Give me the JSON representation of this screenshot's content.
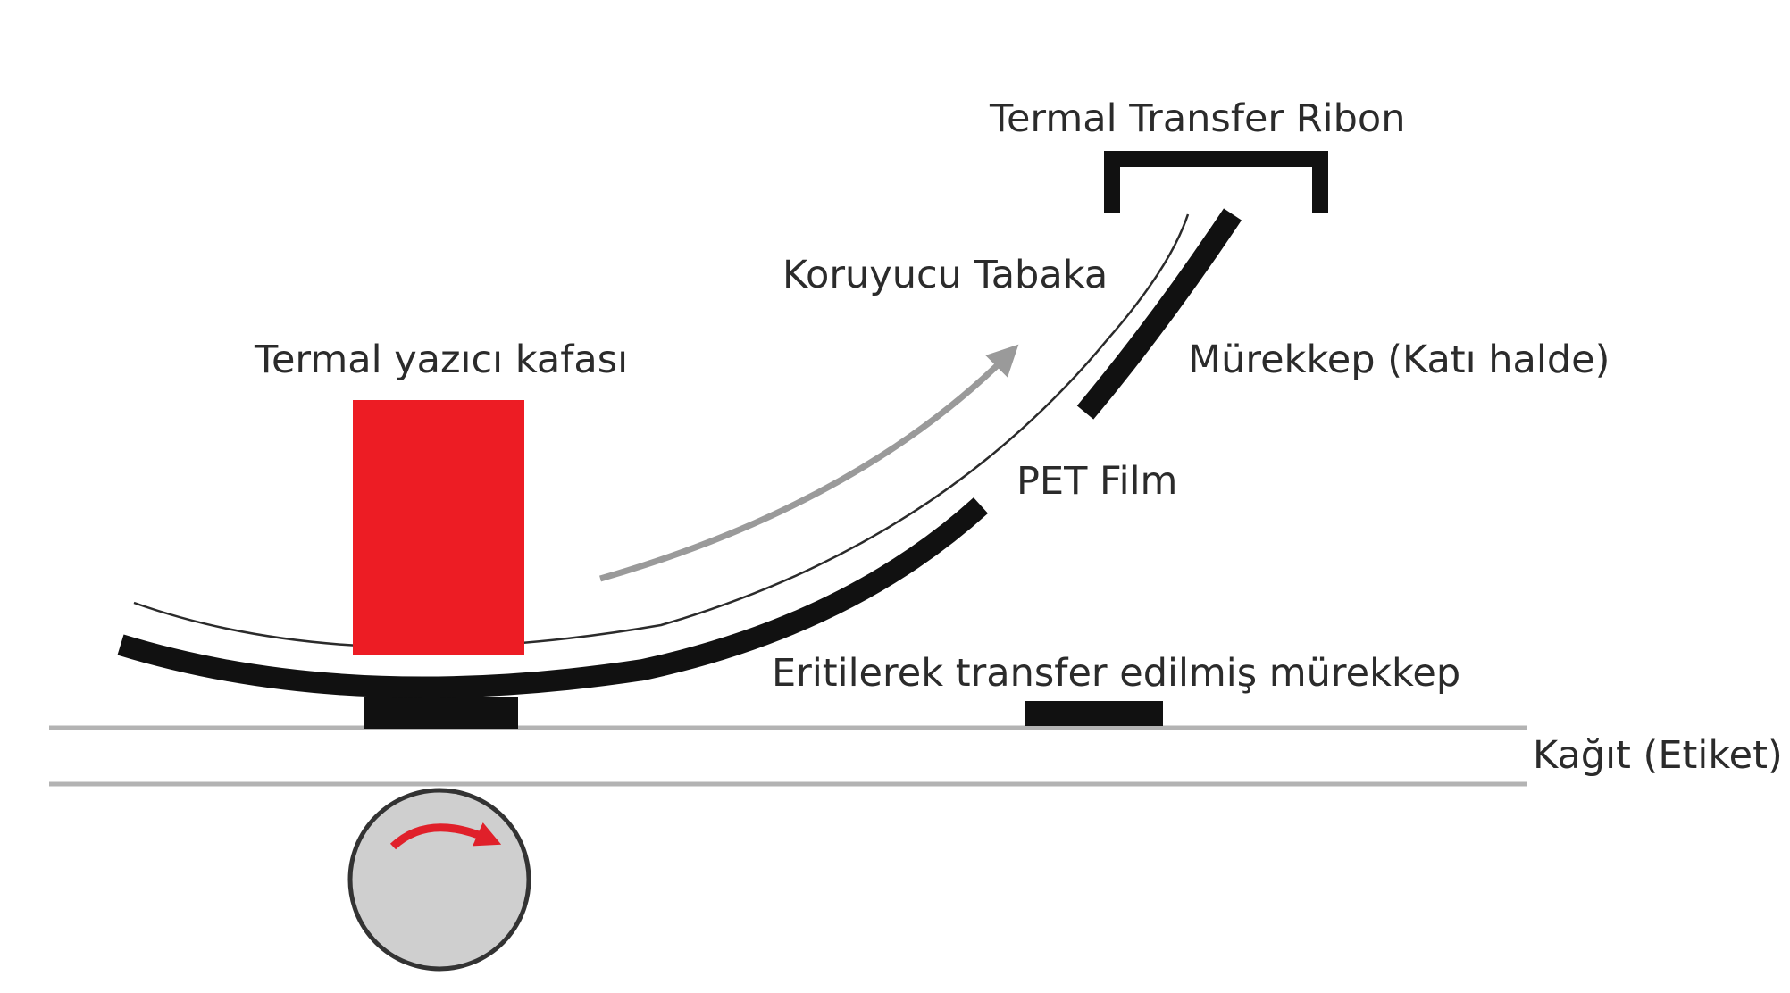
{
  "labels": {
    "ribbon": "Termal Transfer Ribon",
    "protective_layer": "Koruyucu Tabaka",
    "print_head": "Termal yazıcı kafası",
    "ink_solid": "Mürekkep (Katı halde)",
    "pet_film": "PET Film",
    "transferred_ink": "Eritilerek transfer edilmiş mürekkep",
    "paper": "Kağıt (Etiket)"
  },
  "colors": {
    "print_head": "#ed1c24",
    "ink": "#111111",
    "paper_line": "#b3b3b3",
    "arrow_gray": "#9a9a9a",
    "roller_fill": "#cfcfcf",
    "roller_arrow": "#e0202a"
  },
  "icons": {
    "ribbon_bracket": "bracket-icon",
    "movement_arrow": "curved-arrow-icon",
    "rotation_arrow": "rotation-arrow-icon"
  }
}
